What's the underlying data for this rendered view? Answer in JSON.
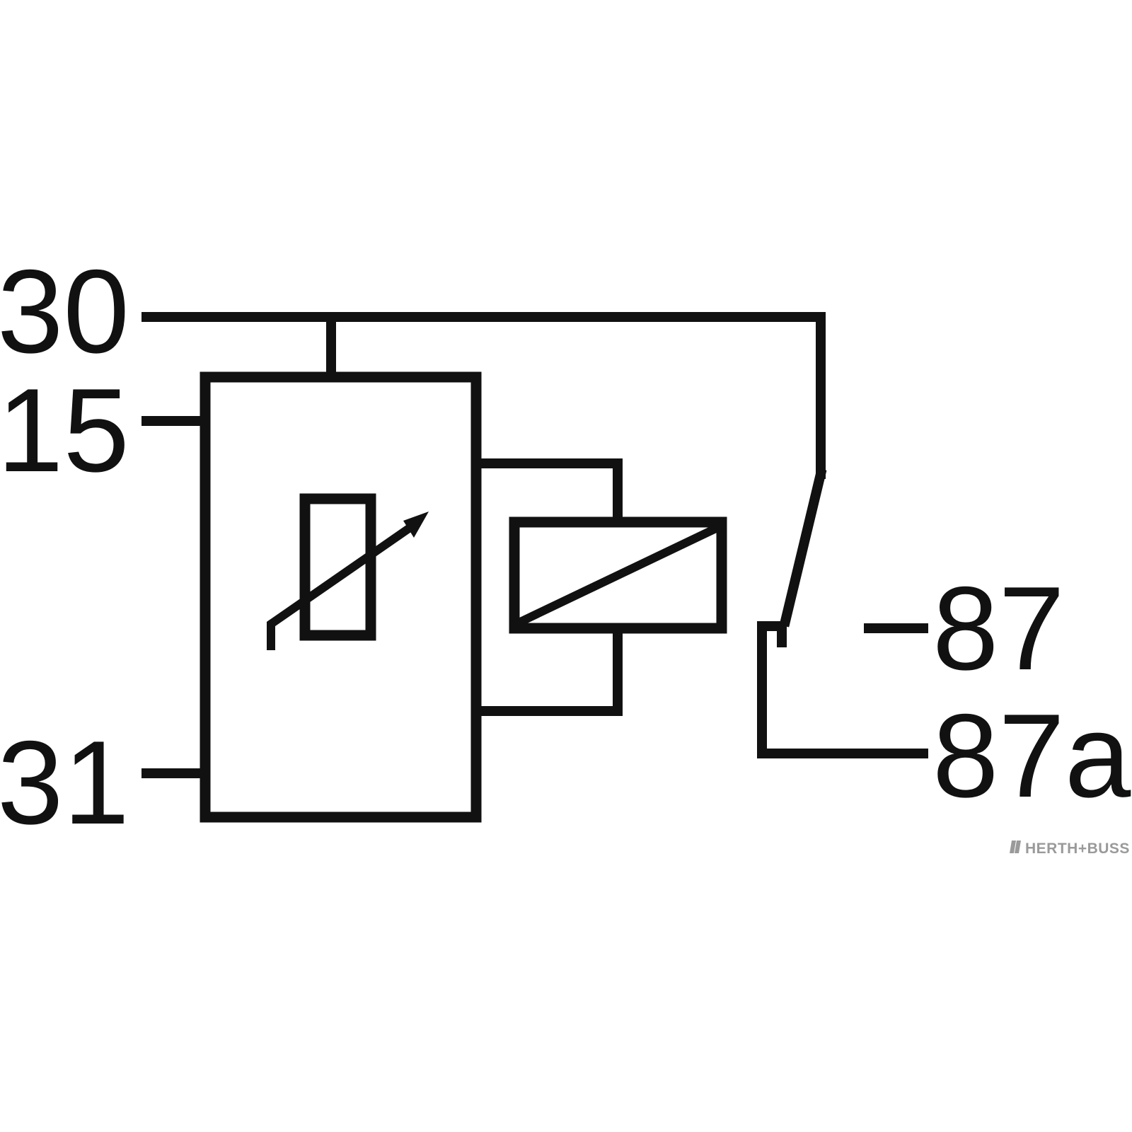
{
  "colors": {
    "background": "#ffffff",
    "line": "#111111",
    "watermark": "#9a9a9a"
  },
  "terminals": {
    "t30": "30",
    "t15": "15",
    "t31": "31",
    "t87": "87",
    "t87a": "87a"
  },
  "watermark": {
    "text": "HERTH+BUSS",
    "icon": "herth-buss-logo-icon"
  }
}
